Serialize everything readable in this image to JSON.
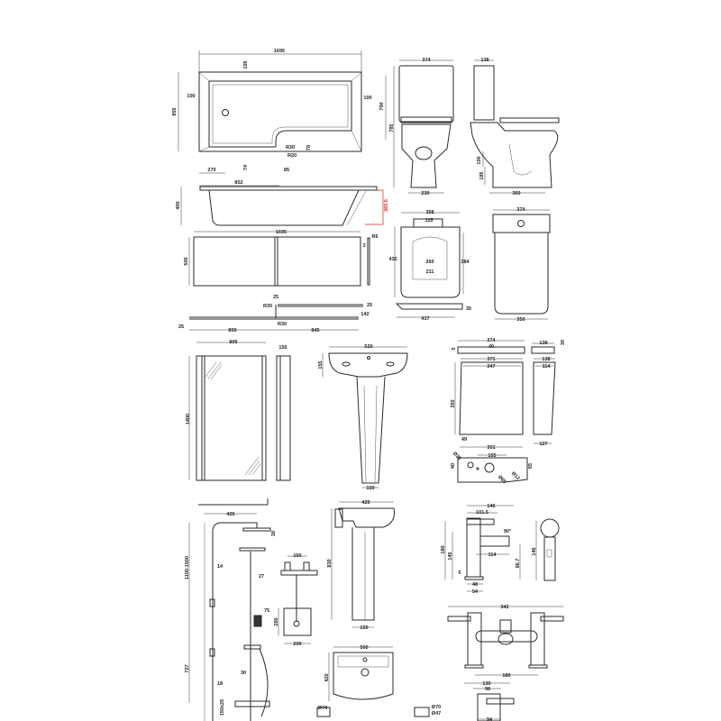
{
  "bath_plan": [
    "1695",
    "855",
    "700",
    "100",
    "100",
    "105",
    "R30",
    "R20",
    "78",
    "74",
    "270",
    "85",
    "852"
  ],
  "bath_side": [
    "400",
    "365.5"
  ],
  "bath_panel": [
    "1695",
    "500",
    "R6",
    "3",
    "25",
    "R30",
    "25",
    "142",
    "25",
    "R30",
    "850",
    "845"
  ],
  "bath_screen": [
    "805",
    "1400",
    "150"
  ],
  "toilet": [
    "374",
    "785",
    "230",
    "138",
    "100",
    "185",
    "360"
  ],
  "toilet_seat": [
    "358",
    "115",
    "435",
    "260",
    "211",
    "384",
    "417",
    "35"
  ],
  "cistern_front": [
    "374",
    "350"
  ],
  "basin_semi": [
    "520",
    "155",
    "150"
  ],
  "cistern_detail": [
    "374",
    "40",
    "5",
    "138",
    "30",
    "371",
    "347",
    "350",
    "49",
    "351",
    "138",
    "114",
    "127",
    "155",
    "Ø38",
    "40",
    "65",
    "Ø12",
    "Ø65"
  ],
  "shower": [
    "426",
    "1100-1500",
    "14",
    "727",
    "18",
    "150±25",
    "38",
    "27",
    "75",
    "30",
    "150",
    "200",
    "200"
  ],
  "basin_full": [
    "420",
    "830",
    "150",
    "500",
    "420",
    "Ø74",
    "Ø70",
    "Ø47"
  ],
  "basin_tap": [
    "146",
    "101.5",
    "90°",
    "180",
    "145",
    "114",
    "96.7",
    "5",
    "48",
    "54",
    "146"
  ],
  "bath_filler": [
    "342",
    "180",
    "130",
    "98",
    "94"
  ],
  "colors": {
    "line": "#2a2a2a",
    "highlight": "#dd2222",
    "background": "#ffffff"
  }
}
